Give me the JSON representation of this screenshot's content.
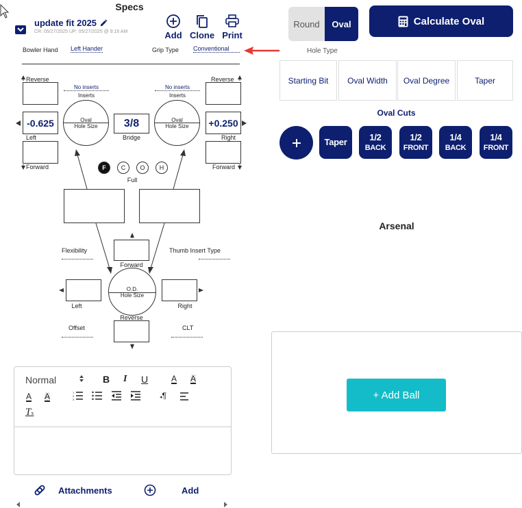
{
  "header": {
    "title": "Specs",
    "spec_name": "update fit 2025",
    "dates": "CR: 05/27/2025 UP: 05/27/2025 @ 9:16 AM"
  },
  "toolbar": {
    "add_label": "Add",
    "clone_label": "Clone",
    "print_label": "Print"
  },
  "fields": {
    "bowler_hand_label": "Bowler Hand",
    "bowler_hand_value": "Left Hander",
    "grip_type_label": "Grip Type",
    "grip_type_value": "Conventional"
  },
  "diagram": {
    "reverse_label": "Reverse",
    "forward_label": "Forward",
    "left_label": "Left",
    "right_label": "Right",
    "left_value": "-0.625",
    "right_value": "+0.250",
    "bridge_value": "3/8",
    "bridge_label": "Bridge",
    "no_inserts_label": "No inserts",
    "inserts_label": "Inserts",
    "oval_label": "Oval",
    "hole_size_label": "Hole Size",
    "grip_letters": [
      "F",
      "C",
      "O",
      "H"
    ],
    "full_label": "Full",
    "flexibility_label": "Flexibility",
    "thumb_insert_label": "Thumb Insert Type",
    "od_label": "O.D.",
    "offset_label": "Offset",
    "clt_label": "CLT"
  },
  "editor": {
    "format_select": "Normal",
    "bold": "B",
    "italic": "I",
    "underline": "U",
    "color": "A",
    "para": "¶",
    "clear": "T"
  },
  "attachments": {
    "label": "Attachments",
    "add_label": "Add"
  },
  "right": {
    "shape_round": "Round",
    "shape_oval": "Oval",
    "calc_label": "Calculate Oval",
    "hole_type_label": "Hole Type",
    "hole_type_cells": [
      "Starting Bit",
      "Oval Width",
      "Oval Degree",
      "Taper"
    ],
    "oval_cuts_label": "Oval Cuts",
    "cuts": [
      {
        "top": "Taper",
        "bottom": ""
      },
      {
        "top": "1/2",
        "bottom": "BACK"
      },
      {
        "top": "1/2",
        "bottom": "FRONT"
      },
      {
        "top": "1/4",
        "bottom": "BACK"
      },
      {
        "top": "1/4",
        "bottom": "FRONT"
      }
    ],
    "arsenal_label": "Arsenal",
    "add_ball_label": "+ Add Ball"
  },
  "colors": {
    "navy": "#0d1f6e",
    "teal": "#14bcc9",
    "arrow": "#e53935"
  }
}
